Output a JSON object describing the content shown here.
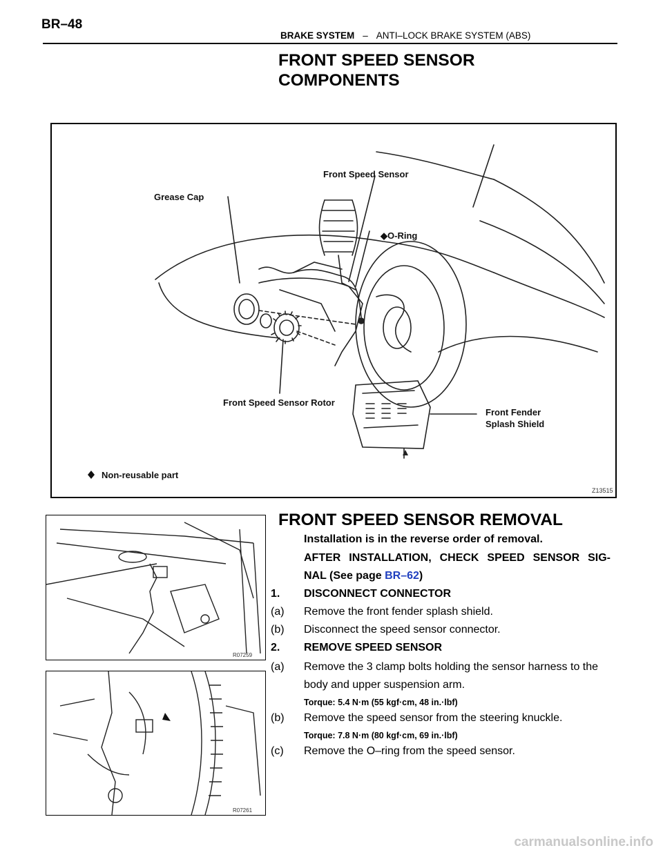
{
  "page": {
    "number": "BR–48",
    "header_system": "BRAKE SYSTEM",
    "header_separator": "–",
    "header_subject": "ANTI–LOCK BRAKE SYSTEM (ABS)"
  },
  "components": {
    "title_line1": "FRONT SPEED SENSOR",
    "title_line2": "COMPONENTS",
    "labels": {
      "front_speed_sensor": "Front Speed Sensor",
      "grease_cap": "Grease Cap",
      "o_ring": "◆O-Ring",
      "rotor": "Front Speed Sensor Rotor",
      "fender_line1": "Front Fender",
      "fender_line2": "Splash Shield",
      "legend": "Non-reusable part",
      "figure_code": "Z13515"
    }
  },
  "removal": {
    "title": "FRONT SPEED SENSOR REMOVAL",
    "install_note": "Installation is in the reverse order of removal.",
    "after_install_line1": "AFTER INSTALLATION, CHECK SPEED SENSOR SIG-",
    "after_install_line2": "NAL (See page ",
    "after_install_link": "BR–62",
    "after_install_close": ")",
    "step1_num": "1.",
    "step1_title": "DISCONNECT CONNECTOR",
    "step1a_mark": "(a)",
    "step1a": "Remove the front fender splash shield.",
    "step1b_mark": "(b)",
    "step1b": "Disconnect the speed sensor connector.",
    "step2_num": "2.",
    "step2_title": "REMOVE SPEED SENSOR",
    "step2a_mark": "(a)",
    "step2a_line1": "Remove the 3 clamp bolts holding the sensor harness to the",
    "step2a_line2": "body and upper suspension arm.",
    "torque1": "Torque: 5.4 N·m (55 kgf·cm, 48 in.·lbf)",
    "step2b_mark": "(b)",
    "step2b": "Remove the speed sensor from the steering knuckle.",
    "torque2": "Torque: 7.8 N·m (80 kgf·cm, 69 in.·lbf)",
    "step2c_mark": "(c)",
    "step2c": "Remove the O–ring from the speed sensor.",
    "fig_a_code": "R07259",
    "fig_b_code": "R07261"
  },
  "watermark": "carmanualsonline.info"
}
